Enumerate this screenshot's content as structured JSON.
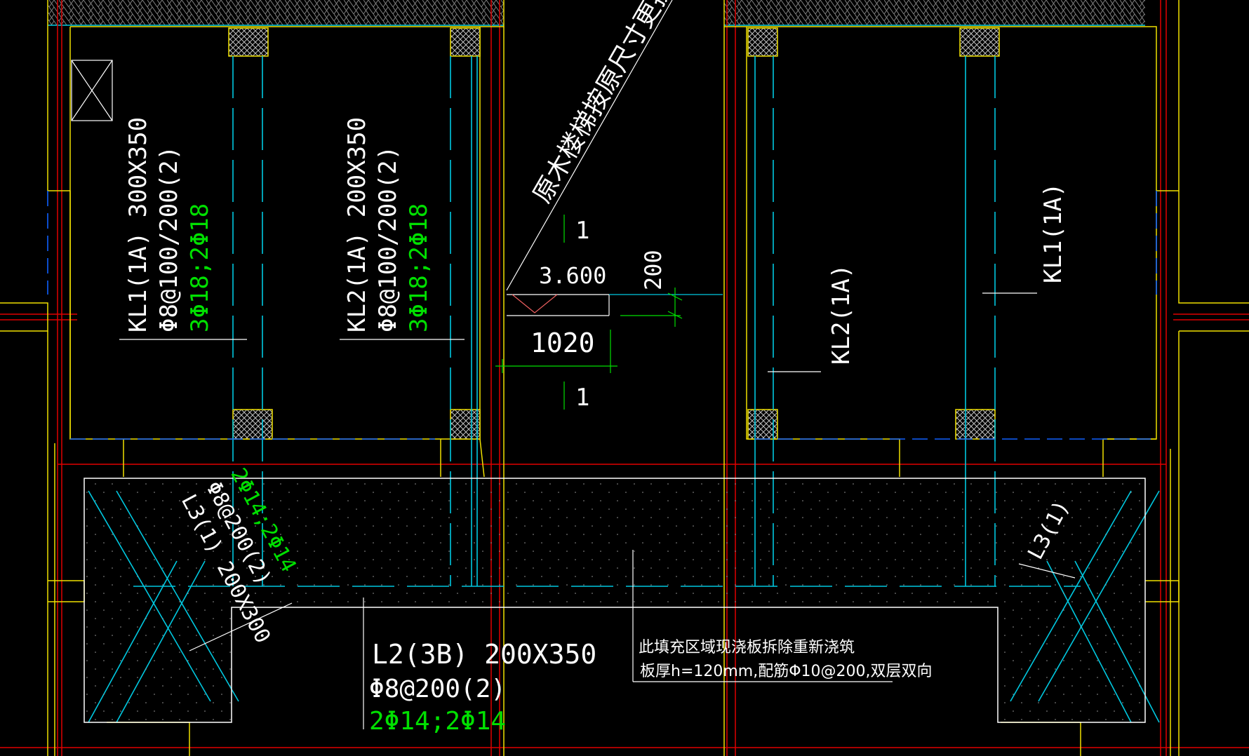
{
  "colors": {
    "background": "#000000",
    "wall": "#f0e000",
    "axis": "#e00000",
    "beam": "#00c8e0",
    "beam_dashed": "#0080ff",
    "white": "#ffffff",
    "green": "#00e000",
    "hatch": "#c0c0c0"
  },
  "beams": {
    "kl1_left": {
      "name": "KL1(1A) 300X350",
      "stirrup": "Φ8@100/200(2)",
      "rebar": "3Φ18;2Φ18"
    },
    "kl2_left": {
      "name": "KL2(1A) 200X350",
      "stirrup": "Φ8@100/200(2)",
      "rebar": "3Φ18;2Φ18"
    },
    "l3_left": {
      "name": "L3(1) 200X300",
      "stirrup": "Φ8@200(2)",
      "rebar": "2Φ14;2Φ14"
    },
    "l2": {
      "name": "L2(3B) 200X350",
      "stirrup": "Φ8@200(2)",
      "rebar": "2Φ14;2Φ14"
    },
    "kl2_right": {
      "name": "KL2(1A)"
    },
    "kl1_right": {
      "name": "KL1(1A)"
    },
    "l3_right": {
      "name": "L3(1)"
    }
  },
  "stair_note": "原木楼梯按原尺寸更换",
  "section": {
    "mark_top": "1",
    "mark_bottom": "1",
    "elevation": "3.600",
    "width": "1020",
    "height": "200"
  },
  "fill_note": {
    "line1": "此填充区域现浇板拆除重新浇筑",
    "line2": "板厚h=120mm,配筋Φ10@200,双层双向"
  }
}
